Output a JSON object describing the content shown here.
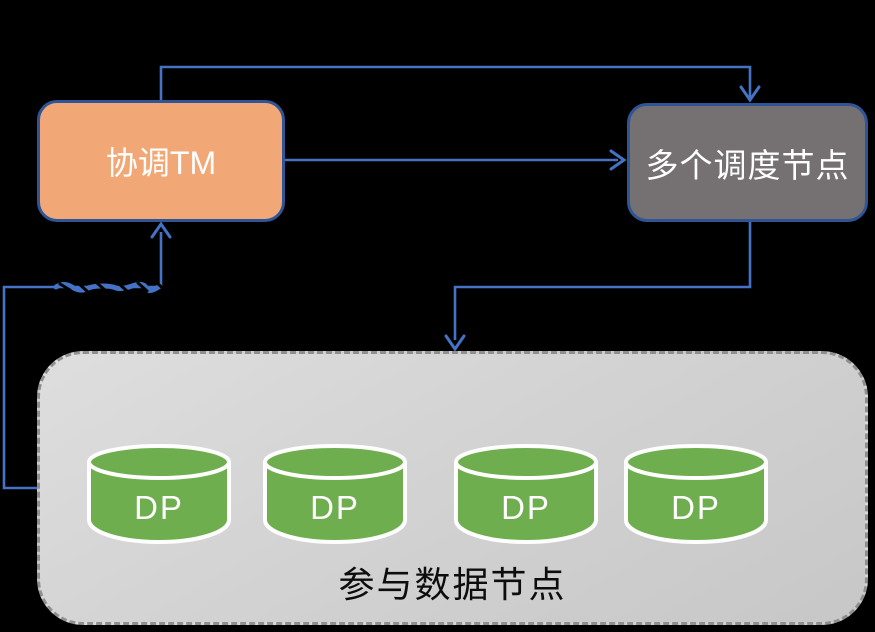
{
  "diagram": {
    "nodes": {
      "coordinator": {
        "label": "协调TM"
      },
      "scheduler": {
        "label": "多个调度节点"
      },
      "participants": {
        "label": "参与数据节点",
        "dp_nodes": [
          {
            "label": "DP"
          },
          {
            "label": "DP"
          },
          {
            "label": "DP"
          },
          {
            "label": "DP"
          }
        ]
      }
    },
    "colors": {
      "background": "#000000",
      "connector_blue": "#4472C4",
      "node_border_blue": "#2F5597",
      "coordinator_fill": "#F1A876",
      "scheduler_fill": "#757071",
      "participants_fill_top": "#DEDEDE",
      "participants_fill_bottom": "#C7C7C7",
      "participants_border": "#8F8F8F",
      "dp_fill": "#6EAE4E",
      "dp_stroke": "#FFFFFF",
      "label_white": "#FFFFFF",
      "label_black": "#0D0D0D"
    }
  }
}
